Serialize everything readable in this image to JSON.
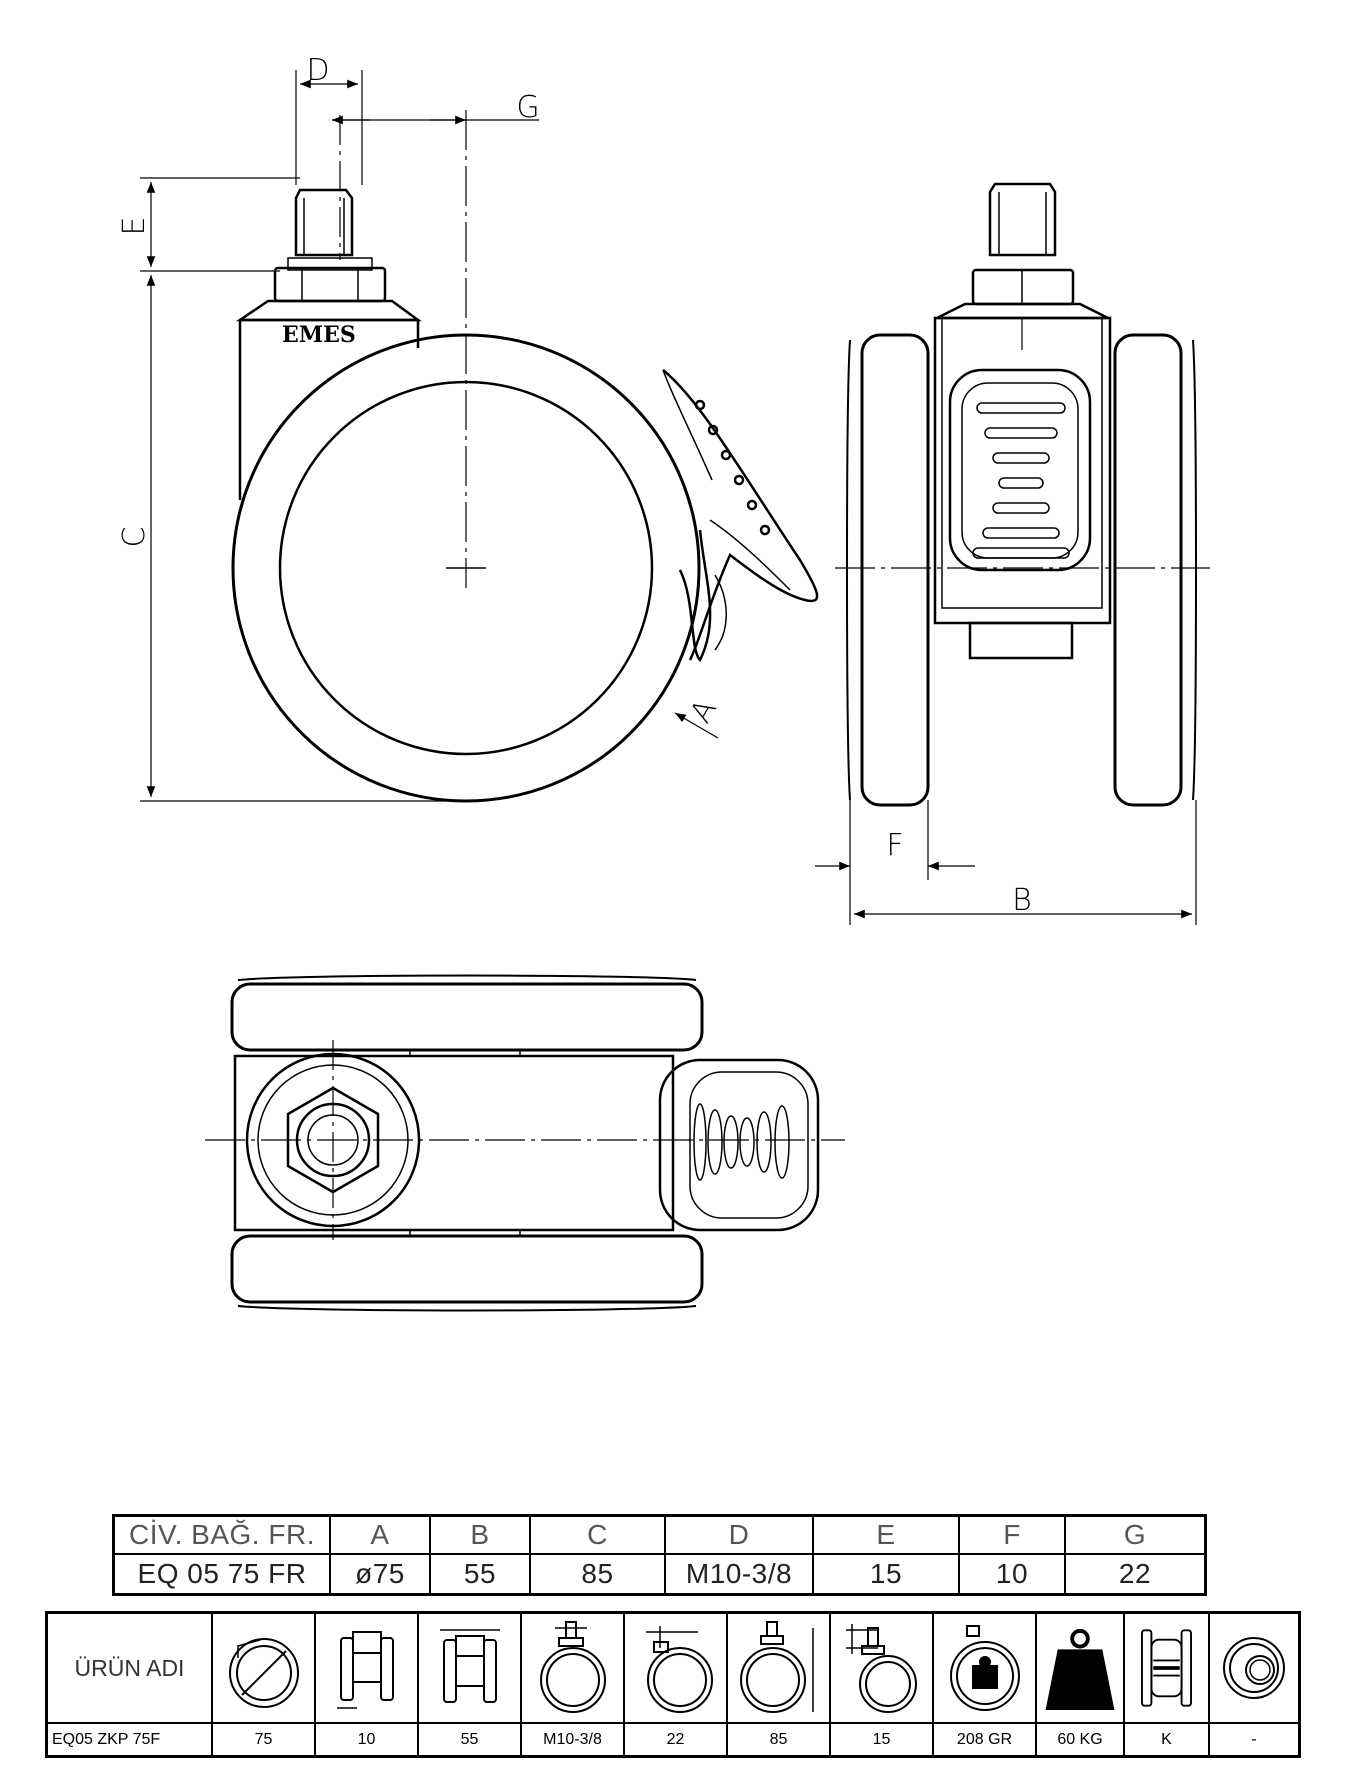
{
  "dimension_labels": {
    "D": "D",
    "G": "G",
    "E": "E",
    "C": "C",
    "A": "A",
    "F": "F",
    "B": "B"
  },
  "logo_text": "EMES",
  "dimension_table": {
    "headers": [
      "CİV. BAĞ. FR.",
      "A",
      "B",
      "C",
      "D",
      "E",
      "F",
      "G"
    ],
    "values": [
      "EQ 05 75 FR",
      "ø75",
      "55",
      "85",
      "M10-3/8",
      "15",
      "10",
      "22"
    ]
  },
  "product_table": {
    "name_header": "ÜRÜN ADI",
    "icons": [
      "wheel-diameter-icon",
      "wheel-width-icon",
      "overall-width-icon",
      "stem-thread-icon",
      "offset-icon",
      "total-height-icon",
      "stem-length-icon",
      "weight-icon",
      "load-capacity-icon",
      "brake-type-icon",
      "tread-icon"
    ],
    "product_name": "EQ05 ZKP 75F",
    "values": [
      "75",
      "10",
      "55",
      "M10-3/8",
      "22",
      "85",
      "15",
      "208 GR",
      "60 KG",
      "K",
      "-"
    ]
  }
}
